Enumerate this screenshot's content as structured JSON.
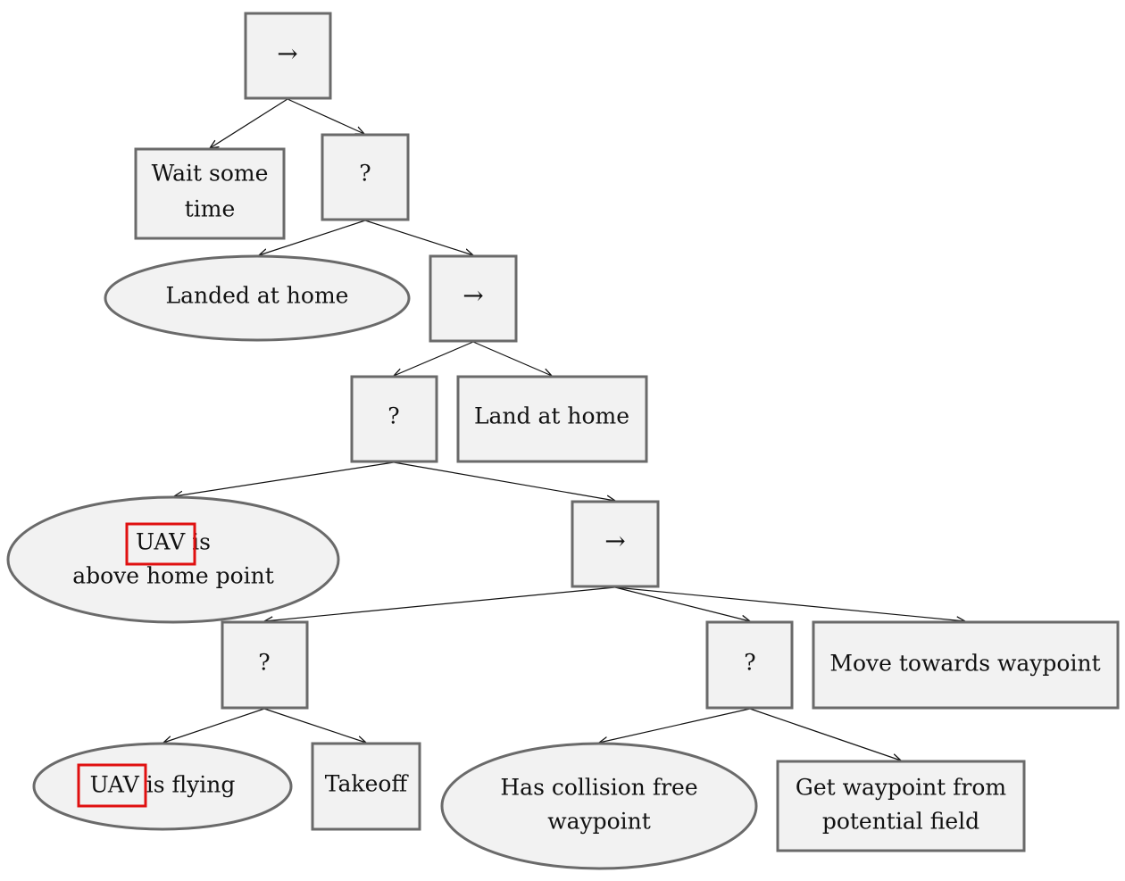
{
  "nodes": {
    "root_sequence": "→",
    "wait": [
      "Wait some",
      "time"
    ],
    "fallback_1": "?",
    "landed_at_home": "Landed at home",
    "sequence_2": "→",
    "fallback_2": "?",
    "land_at_home": "Land at home",
    "above_home": [
      "UAV is",
      "above home point"
    ],
    "sequence_3": "→",
    "fallback_3": "?",
    "fallback_4": "?",
    "move_towards_waypoint": "Move towards waypoint",
    "uav_flying": "UAV is flying",
    "takeoff": "Takeoff",
    "has_waypoint": [
      "Has collision free",
      "waypoint"
    ],
    "get_waypoint": [
      "Get waypoint from",
      "potential field"
    ]
  },
  "highlight_color": "#e01010"
}
